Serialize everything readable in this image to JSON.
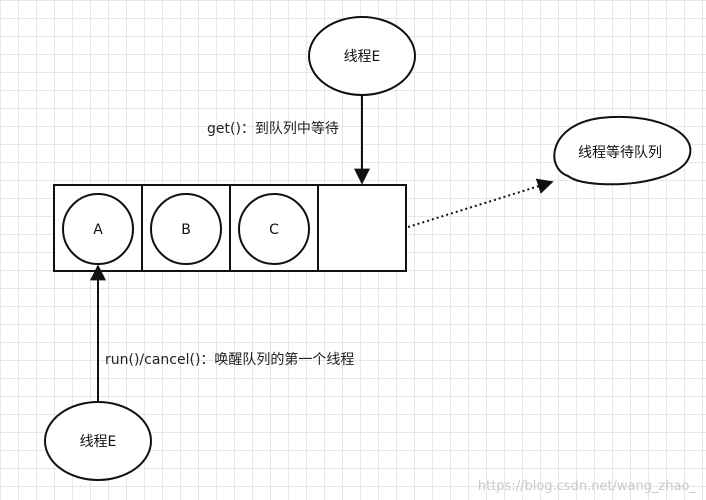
{
  "nodes": {
    "top_thread": "线程E",
    "bottom_thread": "线程E",
    "queue_bubble": "线程等待队列"
  },
  "queue": {
    "slots": [
      "A",
      "B",
      "C",
      ""
    ]
  },
  "edges": {
    "get_label": "get()：到队列中等待",
    "run_label": "run()/cancel()：唤醒队列的第一个线程"
  },
  "watermark": "https://blog.csdn.net/wang_zhao_"
}
